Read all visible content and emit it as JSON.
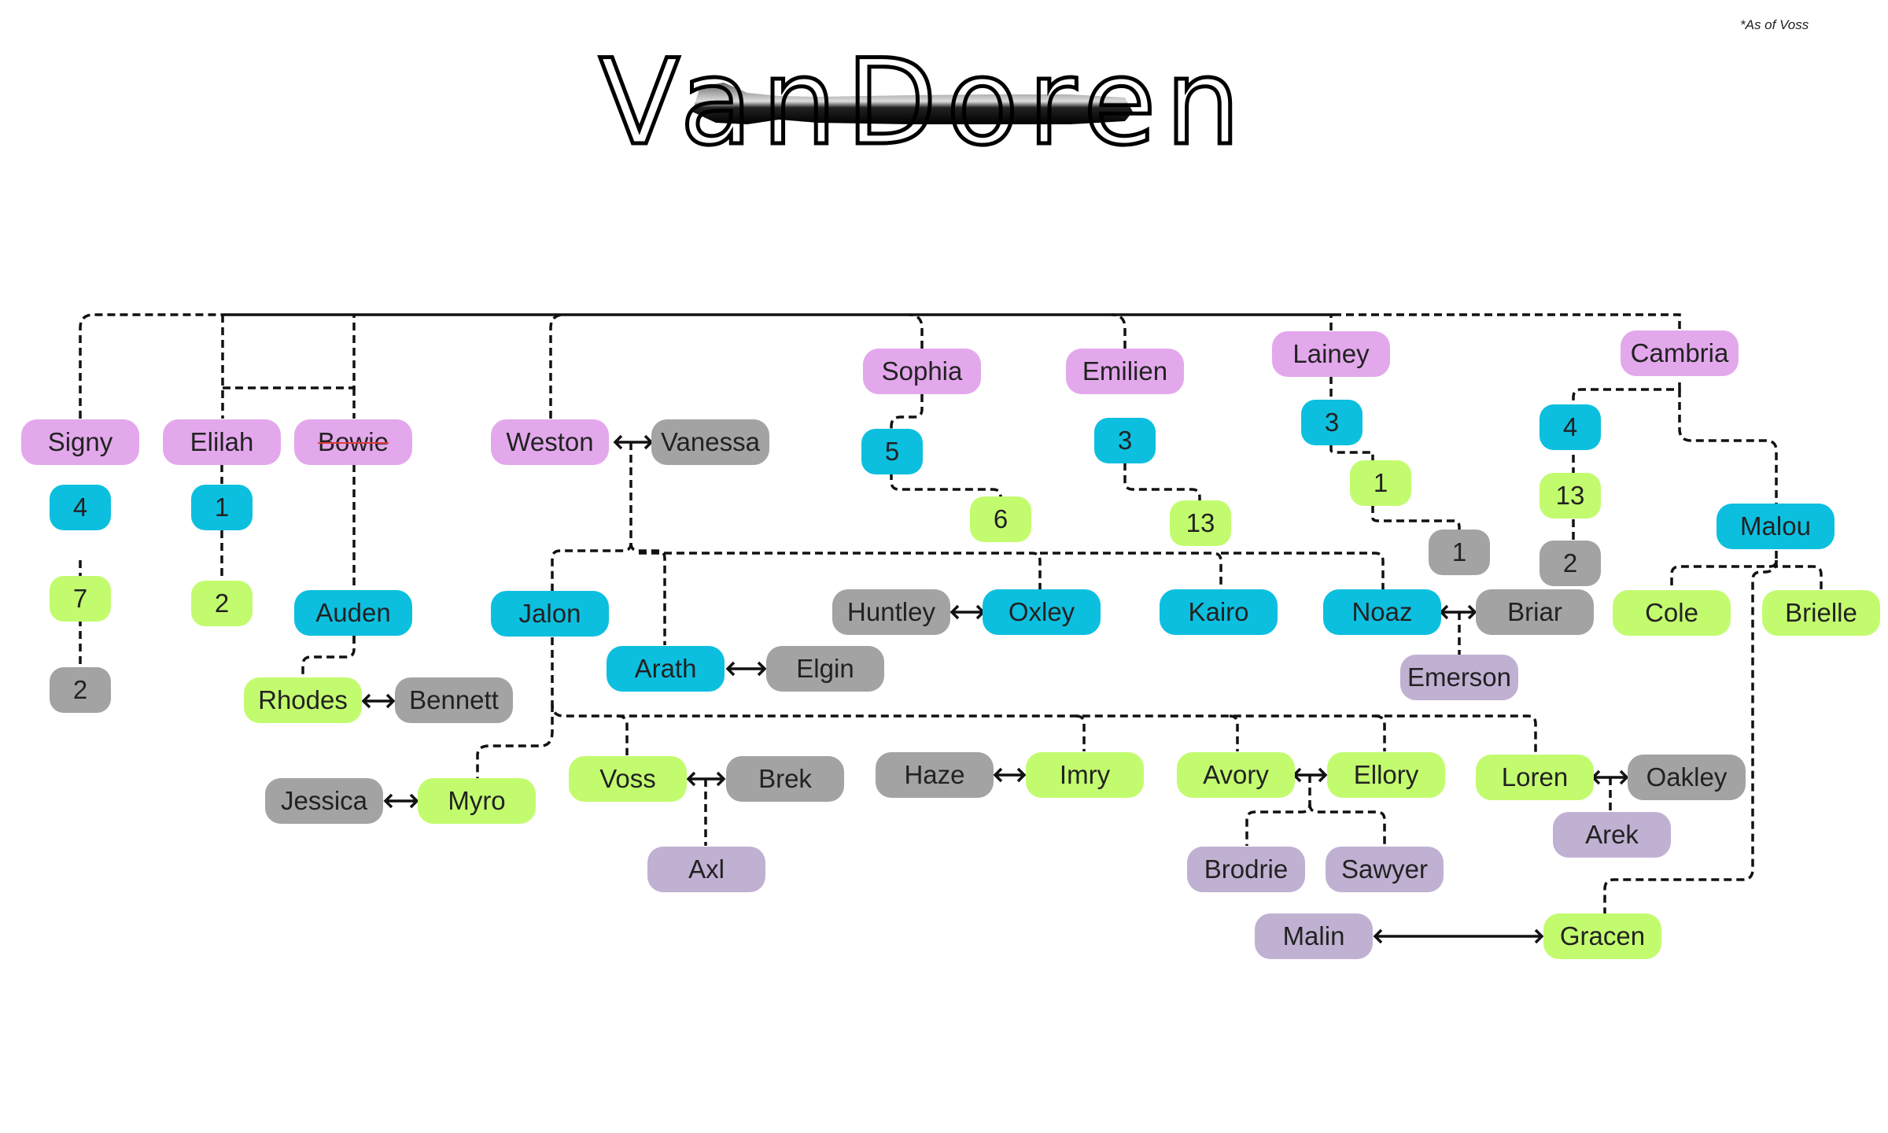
{
  "title": "VanDoren",
  "note": "*As of Voss",
  "colors": {
    "generation_1": "#e3a8ec",
    "generation_2": "#0dbfdf",
    "generation_3": "#c3fb6f",
    "generation_4": "#c0b1d3",
    "partner": "#a3a3a3"
  },
  "nodes": {
    "signy": "Signy",
    "elilah": "Elilah",
    "bowie": "Bowie",
    "weston": "Weston",
    "vanessa": "Vanessa",
    "sophia": "Sophia",
    "emilien": "Emilien",
    "lainey": "Lainey",
    "cambria": "Cambria",
    "signy_4": "4",
    "signy_7": "7",
    "signy_2": "2",
    "elilah_1": "1",
    "elilah_2": "2",
    "sophia_5": "5",
    "sophia_6": "6",
    "emilien_3": "3",
    "emilien_13": "13",
    "lainey_3": "3",
    "lainey_1a": "1",
    "lainey_1b": "1",
    "cambria_4": "4",
    "cambria_13": "13",
    "cambria_2": "2",
    "auden": "Auden",
    "rhodes": "Rhodes",
    "bennett": "Bennett",
    "jalon": "Jalon",
    "arath": "Arath",
    "elgin": "Elgin",
    "huntley": "Huntley",
    "oxley": "Oxley",
    "kairo": "Kairo",
    "noaz": "Noaz",
    "briar": "Briar",
    "emerson": "Emerson",
    "malou": "Malou",
    "cole": "Cole",
    "brielle": "Brielle",
    "jessica": "Jessica",
    "myro": "Myro",
    "voss": "Voss",
    "brek": "Brek",
    "axl": "Axl",
    "haze": "Haze",
    "imry": "Imry",
    "avory": "Avory",
    "ellory": "Ellory",
    "brodrie": "Brodrie",
    "sawyer": "Sawyer",
    "loren": "Loren",
    "oakley": "Oakley",
    "arek": "Arek",
    "malin": "Malin",
    "gracen": "Gracen"
  }
}
